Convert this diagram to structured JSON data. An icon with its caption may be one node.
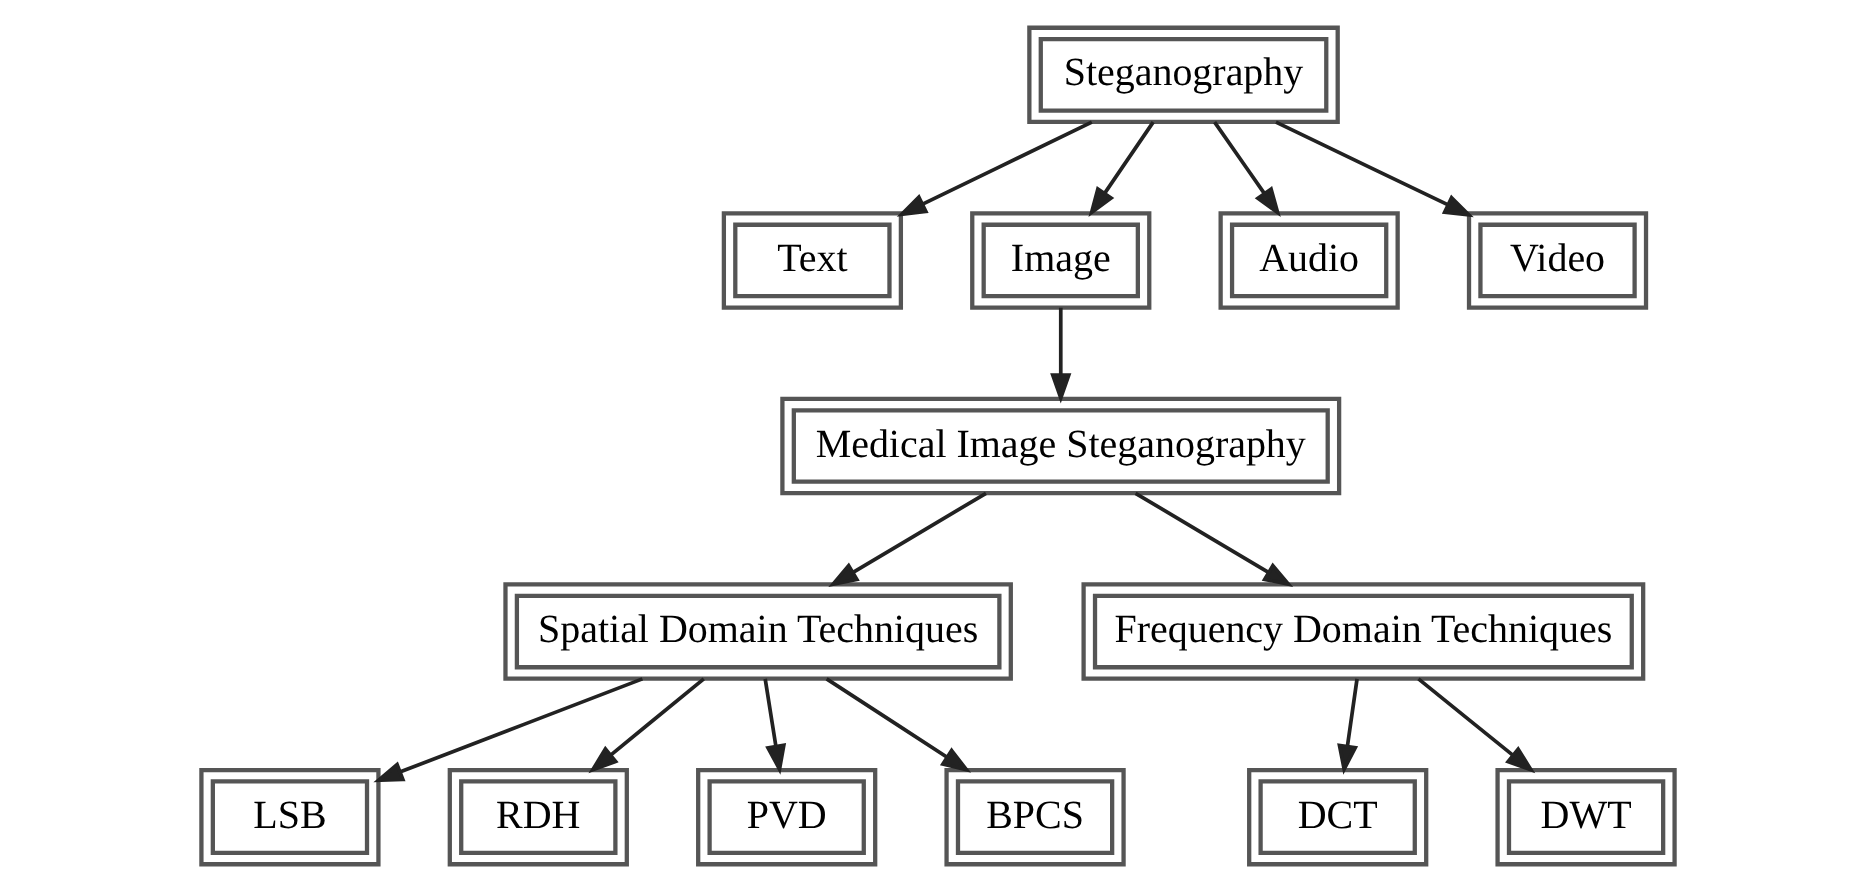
{
  "diagram": {
    "nodes": [
      {
        "text": [
          "Steganography"
        ]
      },
      {
        "text": [
          "Text"
        ]
      },
      {
        "text": [
          "Image"
        ]
      },
      {
        "text": [
          "Audio"
        ]
      },
      {
        "text": [
          "Video"
        ]
      },
      {
        "text": [
          "Medical Image Steganography"
        ]
      },
      {
        "text": [
          "Spatial Domain Techniques"
        ]
      },
      {
        "text": [
          "Frequency Domain Techniques"
        ]
      },
      {
        "text": [
          "LSB"
        ]
      },
      {
        "text": [
          "RDH"
        ]
      },
      {
        "text": [
          "PVD"
        ]
      },
      {
        "text": [
          "BPCS"
        ]
      },
      {
        "text": [
          "DCT"
        ]
      },
      {
        "text": [
          "DWT"
        ]
      }
    ],
    "edges": [
      {
        "from": 0,
        "to": 1,
        "arrow": "to"
      },
      {
        "from": 0,
        "to": 2,
        "arrow": "to"
      },
      {
        "from": 0,
        "to": 3,
        "arrow": "to"
      },
      {
        "from": 0,
        "to": 4,
        "arrow": "to"
      },
      {
        "from": 2,
        "to": 5,
        "arrow": "to"
      },
      {
        "from": 5,
        "to": 6,
        "arrow": "to"
      },
      {
        "from": 5,
        "to": 7,
        "arrow": "to"
      },
      {
        "from": 6,
        "to": 8,
        "arrow": "to"
      },
      {
        "from": 6,
        "to": 9,
        "arrow": "to"
      },
      {
        "from": 6,
        "to": 10,
        "arrow": "to"
      },
      {
        "from": 6,
        "to": 11,
        "arrow": "to"
      },
      {
        "from": 7,
        "to": 12,
        "arrow": "to"
      },
      {
        "from": 7,
        "to": 13,
        "arrow": "to"
      }
    ]
  }
}
